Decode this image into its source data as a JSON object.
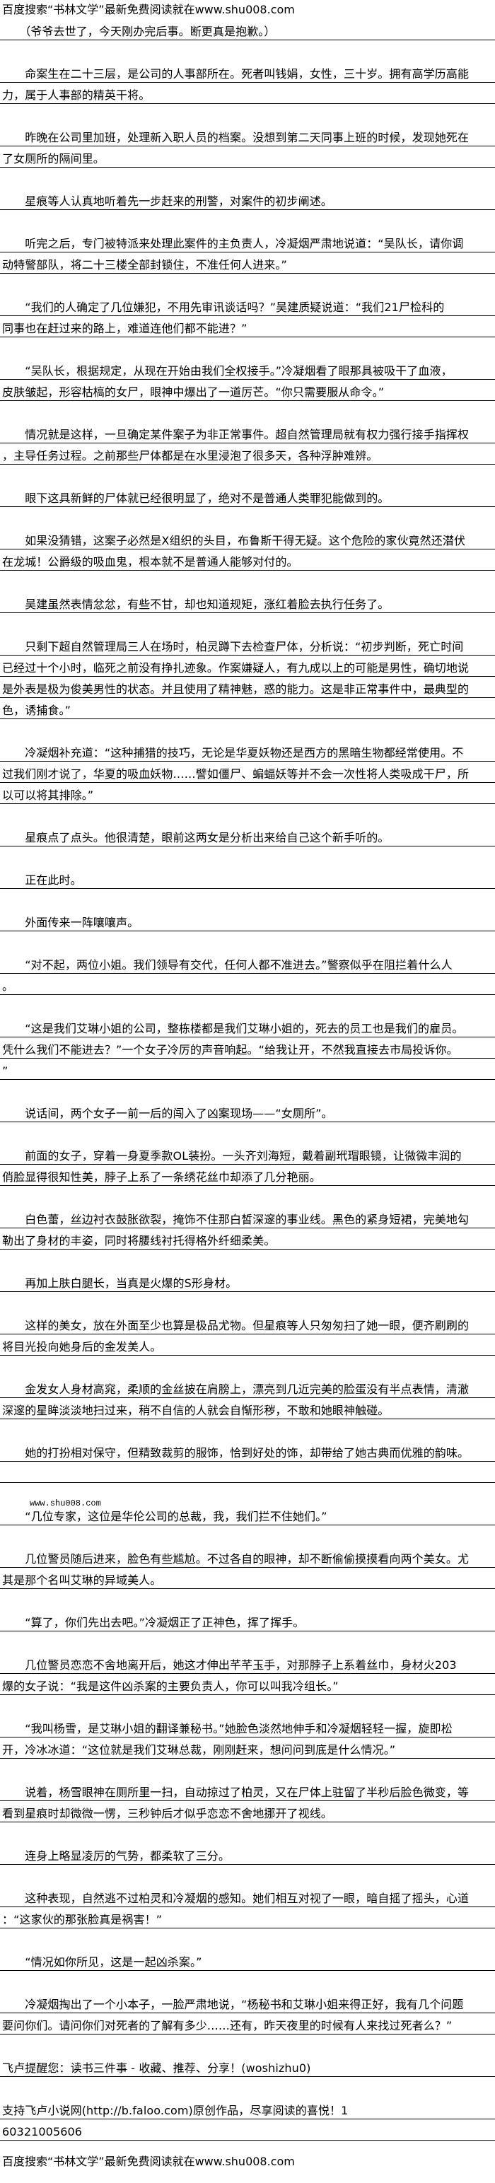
{
  "header": "百度搜索“书林文学”最新免费阅读就在www.shu008.com",
  "site_mark": "www.shu008.com",
  "paragraphs": [
    {
      "lines": [
        "　　（爷爷去世了，今天刚办完后事。断更真是抱歉。）"
      ]
    },
    {
      "lines": [
        "　　命案生在二十三层，是公司的人事部所在。死者叫钱娟，女性，三十岁。拥有高学历高能",
        "力，属于人事部的精英干将。"
      ]
    },
    {
      "lines": [
        "　　昨晚在公司里加班，处理新入职人员的档案。没想到第二天同事上班的时候，发现她死在",
        "了女厕所的隔间里。"
      ]
    },
    {
      "lines": [
        "　　星痕等人认真地听着先一步赶来的刑警，对案件的初步阐述。"
      ]
    },
    {
      "lines": [
        "　　听完之后，专门被特派来处理此案件的主负责人，冷凝烟严肃地说道：“吴队长，请你调",
        "动特警部队，将二十三楼全部封锁住，不准任何人进来。”"
      ]
    },
    {
      "lines": [
        "　　“我们的人确定了几位嫌犯，不用先审讯谈话吗？”吴建质疑说道：“我们21尸检科的",
        "同事也在赶过来的路上，难道连他们都不能进？”"
      ]
    },
    {
      "lines": [
        "　　“吴队长，根据规定，从现在开始由我们全权接手。”冷凝烟看了眼那具被吸干了血液，",
        "皮肤皱起，形容枯槁的女尸，眼神中爆出了一道厉芒。“你只需要服从命令。”"
      ]
    },
    {
      "lines": [
        "　　情况就是这样，一旦确定某件案子为非正常事件。超自然管理局就有权力强行接手指挥权",
        "，主导任务过程。之前那些尸体都是在水里浸泡了很多天，各种浮肿难辨。"
      ]
    },
    {
      "lines": [
        "　　眼下这具新鲜的尸体就已经很明显了，绝对不是普通人类罪犯能做到的。"
      ]
    },
    {
      "lines": [
        "　　如果没猜错，这案子必然是X组织的头目，布鲁斯干得无疑。这个危险的家伙竟然还潜伏",
        "在龙城！公爵级的吸血鬼，根本就不是普通人能够对付的。"
      ]
    },
    {
      "lines": [
        "　　吴建虽然表情忿忿，有些不甘，却也知道规矩，涨红着脸去执行任务了。"
      ]
    },
    {
      "lines": [
        "　　只剩下超自然管理局三人在场时，柏灵蹲下去检查尸体，分析说：“初步判断，死亡时间",
        "已经过十个小时，临死之前没有挣扎迹象。作案嫌疑人，有九成以上的可能是男性，确切地说",
        "是外表是极为俊美男性的状态。并且使用了精神魅，惑的能力。这是非正常事件中，最典型的",
        "色，诱捕食。”"
      ]
    },
    {
      "lines": [
        "　　冷凝烟补充道：“这种捕猎的技巧，无论是华夏妖物还是西方的黑暗生物都经常使用。不",
        "过我们刚才说了，华夏的吸血妖物……譬如僵尸、蝙蝠妖等并不会一次性将人类吸成干尸，所",
        "以可以将其排除。”"
      ]
    },
    {
      "lines": [
        "　　星痕点了点头。他很清楚，眼前这两女是分析出来给自己这个新手听的。"
      ]
    },
    {
      "lines": [
        "　　正在此时。"
      ]
    },
    {
      "lines": [
        "　　外面传来一阵嚷嚷声。"
      ]
    },
    {
      "lines": [
        "　　“对不起，两位小姐。我们领导有交代，任何人都不准进去。”警察似乎在阻拦着什么人",
        "。"
      ]
    },
    {
      "lines": [
        "　　“这是我们艾琳小姐的公司，整栋楼都是我们艾琳小姐的，死去的员工也是我们的雇员。",
        "凭什么我们不能进去？”一个女子冷厉的声音响起。“给我让开，不然我直接去市局投诉你。",
        "”"
      ]
    },
    {
      "lines": [
        "　　说话间，两个女子一前一后的闯入了凶案现场——“女厕所”。"
      ]
    },
    {
      "lines": [
        "　　前面的女子，穿着一身夏季款OL装扮。一头齐刘海短，戴着副玳瑁眼镜，让微微丰润的",
        "俏脸显得很知性美，脖子上系了一条绣花丝巾却添了几分艳丽。"
      ]
    },
    {
      "lines": [
        "　　白色蕾，丝边衬衣鼓胀欲裂，掩饰不住那白皙深邃的事业线。黑色的紧身短裙，完美地勾",
        "勒出了身材的丰姿，同时将腰线衬托得格外纤细柔美。"
      ]
    },
    {
      "lines": [
        "　　再加上肤白腿长，当真是火爆的S形身材。"
      ]
    },
    {
      "lines": [
        "　　这样的美女，放在外面至少也算是极品尤物。但星痕等人只匆匆扫了她一眼，便齐刷刷的",
        "将目光投向她身后的金发美人。"
      ]
    },
    {
      "lines": [
        "　　金发女人身材高窕，柔顺的金丝披在肩膀上，漂亮到几近完美的脸蛋没有半点表情，清澈",
        "深邃的星眸淡淡地扫过来，稍不自信的人就会自惭形秽，不敢和她眼神触碰。"
      ]
    },
    {
      "lines": [
        "　　她的打扮相对保守，但精致裁剪的服饰，恰到好处的饰，却带给了她古典而优雅的韵味。",
        ""
      ]
    },
    {
      "lines": [
        "　　“几位专家，这位是华伦公司的总裁，我，我们拦不住她们。”"
      ],
      "has_mark": true
    },
    {
      "lines": [
        "　　几位警员随后进来，脸色有些尴尬。不过各自的眼神，却不断偷偷摸摸看向两个美女。尤",
        "其是那个名叫艾琳的异域美人。"
      ]
    },
    {
      "lines": [
        "　　“算了，你们先出去吧。”冷凝烟正了正神色，挥了挥手。"
      ]
    },
    {
      "lines": [
        "　　几位警员恋恋不舍地离开后，她这才伸出芊芊玉手，对那脖子上系着丝巾，身材火203",
        "爆的女子说：“我是这件凶杀案的主要负责人，你可以叫我冷组长。”"
      ]
    },
    {
      "lines": [
        "　　“我叫杨雪，是艾琳小姐的翻译兼秘书。”她脸色淡然地伸手和冷凝烟轻轻一握，旋即松",
        "开，冷冰冰道：“这位就是我们艾琳总裁，刚刚赶来，想问问到底是什么情况。”"
      ]
    },
    {
      "lines": [
        "　　说着，杨雪眼神在厕所里一扫，自动掠过了柏灵，又在尸体上驻留了半秒后脸色微变，等",
        "看到星痕时却微微一愣，三秒钟后才似乎恋恋不舍地挪开了视线。"
      ]
    },
    {
      "lines": [
        "　　连身上略显凌厉的气势，都柔软了三分。"
      ]
    },
    {
      "lines": [
        "　　这种表现，自然逃不过柏灵和冷凝烟的感知。她们相互对视了一眼，暗自摇了摇头，心道",
        "：“这家伙的那张脸真是祸害！”"
      ]
    },
    {
      "lines": [
        "　　“情况如你所见，这是一起凶杀案。”"
      ]
    },
    {
      "lines": [
        "　　冷凝烟掏出了一个小本子，一脸严肃地说，“杨秘书和艾琳小姐来得正好，我有几个问题",
        "要问你们。请问你们对死者的了解有多少……还有，昨天夜里的时候有人来找过死者么？”"
      ]
    },
    {
      "lines": [
        "飞卢提醒您：读书三件事 - 收藏、推荐、分享！(woshizhu0)"
      ]
    },
    {
      "lines": [
        "支持飞卢小说网(http://b.faloo.com)原创作品，尽享阅读的喜悦！1",
        "60321005606"
      ]
    }
  ],
  "footer": "百度搜索“书林文学”最新免费阅读就在www.shu008.com"
}
